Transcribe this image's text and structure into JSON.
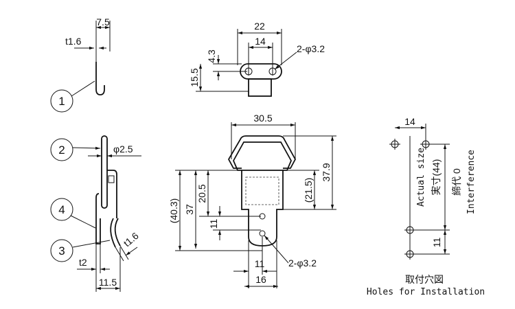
{
  "top_left_view": {
    "dim_width": "7.5",
    "dim_thickness": "t1.6",
    "part_1": "1"
  },
  "top_view": {
    "dim_22": "22",
    "dim_14": "14",
    "dim_4_3": "4.3",
    "dim_15_5": "15.5",
    "holes": "2-φ3.2"
  },
  "side_view": {
    "part_2": "2",
    "part_4": "4",
    "part_3": "3",
    "dim_rod": "φ2.5",
    "dim_t2": "t2",
    "dim_t1_6": "t1.6",
    "dim_11_5": "11.5"
  },
  "front_view": {
    "dim_30_5": "30.5",
    "dim_37_9": "37.9",
    "dim_21_5": "(21.5)",
    "dim_20_5": "20.5",
    "dim_37": "37",
    "dim_40_3": "(40.3)",
    "dim_11_v": "11",
    "dim_11_h": "11",
    "dim_16": "16",
    "holes": "2-φ3.2"
  },
  "installation": {
    "dim_14": "14",
    "actual_size_en": "Actual size",
    "actual_size_jp": "実寸(44)",
    "interference_jp": "締代 0",
    "interference_en": "Interference",
    "dim_11": "11",
    "title_jp": "取付穴図",
    "title_en": "Holes for Installation"
  }
}
